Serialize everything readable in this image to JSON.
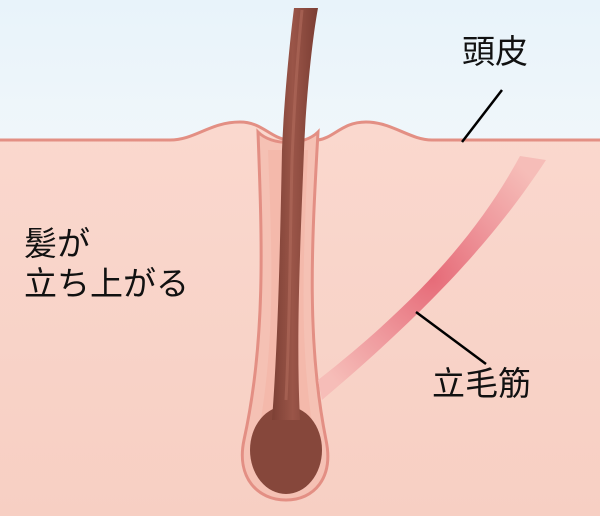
{
  "labels": {
    "scalp": "頭皮",
    "hair_rises": [
      "髪が",
      "立ち上がる"
    ],
    "arrector_pili": "立毛筋"
  },
  "colors": {
    "sky_top": "#e8f3fa",
    "sky_bottom": "#f3f8fb",
    "skin": "#f9d4c9",
    "skin_outline": "#e38f84",
    "follicle": "#f5c1b4",
    "hair": "#8a4a3e",
    "hair_highlight": "#a56253",
    "muscle": "#f2a3a5",
    "muscle_core": "#e66b78",
    "leader_line": "#000000"
  }
}
